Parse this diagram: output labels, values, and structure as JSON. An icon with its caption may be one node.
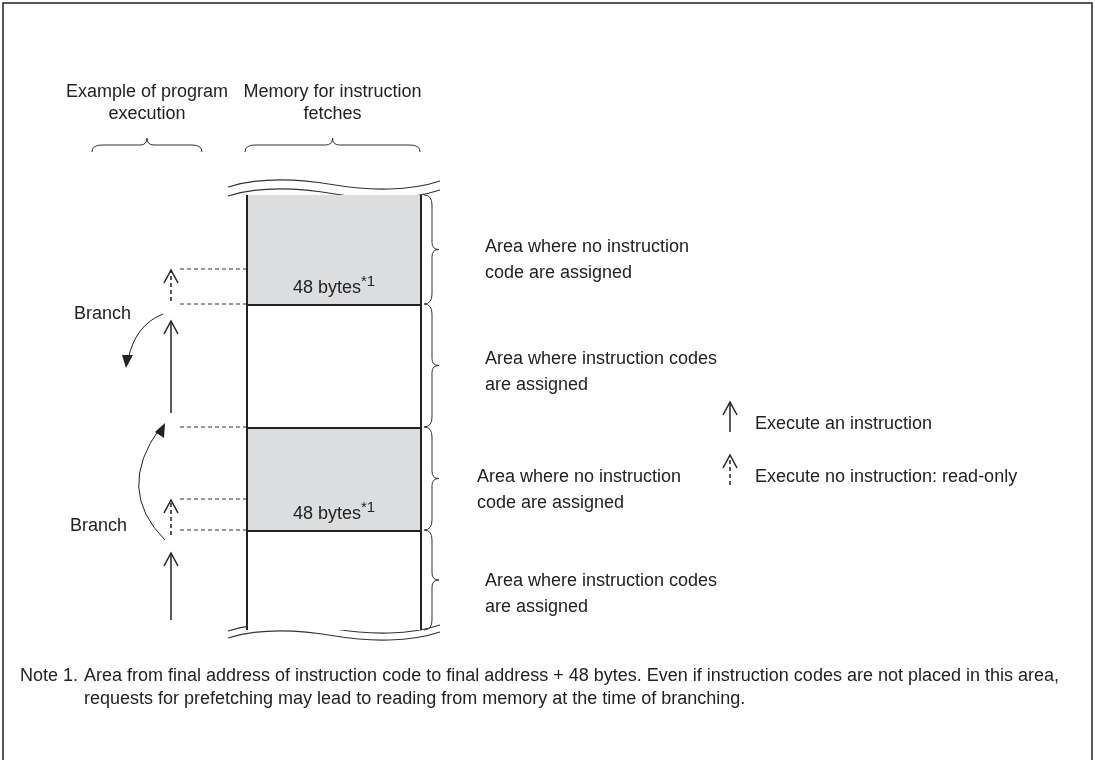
{
  "diagram": {
    "nodes": [
      {
        "text": [
          "48 bytes$^{*1}$"
        ],
        "beside": [
          "Area where no instruction code are assigned"
        ]
      },
      {
        "text": [],
        "shape": "box",
        "beside": [
          "Area where instruction codes are assigned"
        ]
      },
      {
        "text": [
          "48 bytes$^{*1}$"
        ],
        "beside": [
          "Area where no instruction code are assigned"
        ]
      },
      {
        "text": [],
        "shape": "box",
        "beside": [
          "Area where instruction codes are assigned"
        ]
      }
    ],
    "labels": [
      "Example of program execution",
      "Memory for instruction fetches",
      "Branch",
      "Branch",
      "Note 1.",
      "Area from final address of instruction code to final address + 48 bytes. Even if instruction codes are not placed in this area, requests for prefetching may lead to reading from memory at the time of branching."
    ],
    "legend": [
      {
        "text": "Execute an instruction"
      },
      {
        "text": "Execute no instruction: read-only"
      }
    ]
  }
}
